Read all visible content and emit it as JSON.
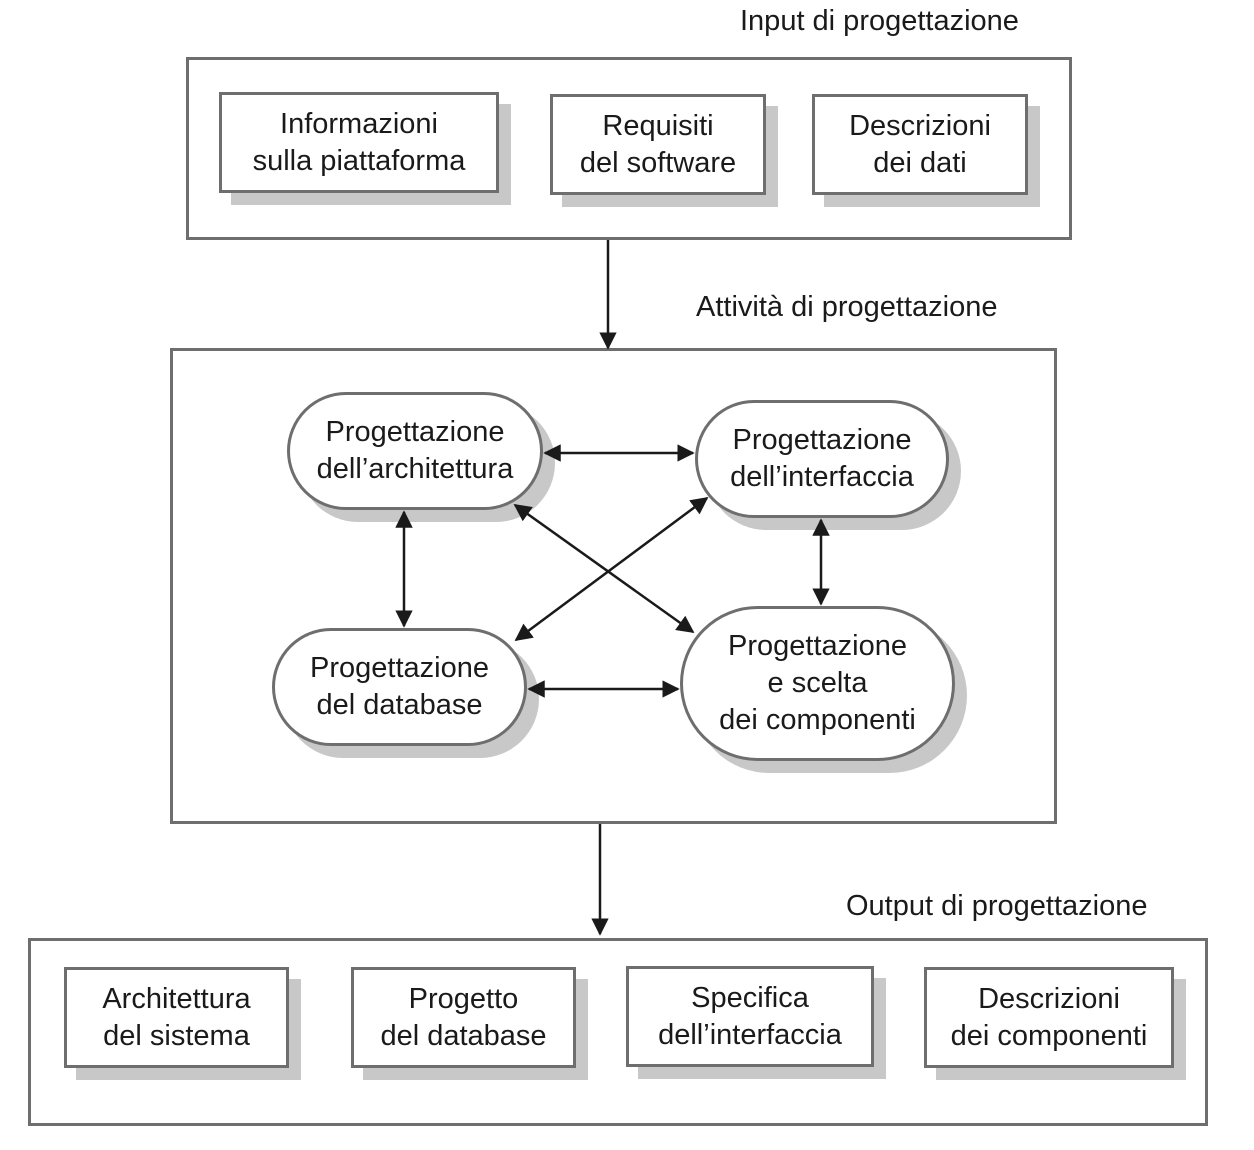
{
  "input": {
    "label": "Input di progettazione",
    "boxes": [
      {
        "lines": [
          "Informazioni",
          "sulla piattaforma"
        ]
      },
      {
        "lines": [
          "Requisiti",
          "del software"
        ]
      },
      {
        "lines": [
          "Descrizioni",
          "dei dati"
        ]
      }
    ]
  },
  "activities": {
    "label": "Attività di progettazione",
    "nodes": {
      "architettura": {
        "lines": [
          "Progettazione",
          "dell’architettura"
        ]
      },
      "interfaccia": {
        "lines": [
          "Progettazione",
          "dell’interfaccia"
        ]
      },
      "database": {
        "lines": [
          "Progettazione",
          "del database"
        ]
      },
      "componenti": {
        "lines": [
          "Progettazione",
          "e scelta",
          "dei componenti"
        ]
      }
    }
  },
  "output": {
    "label": "Output di progettazione",
    "boxes": [
      {
        "lines": [
          "Architettura",
          "del sistema"
        ]
      },
      {
        "lines": [
          "Progetto",
          "del database"
        ]
      },
      {
        "lines": [
          "Specifica",
          "dell’interfaccia"
        ]
      },
      {
        "lines": [
          "Descrizioni",
          "dei componenti"
        ]
      }
    ]
  },
  "colors": {
    "border": "#6e6e6e",
    "shadow": "#c8c8c8",
    "arrow": "#1a1a1a"
  }
}
